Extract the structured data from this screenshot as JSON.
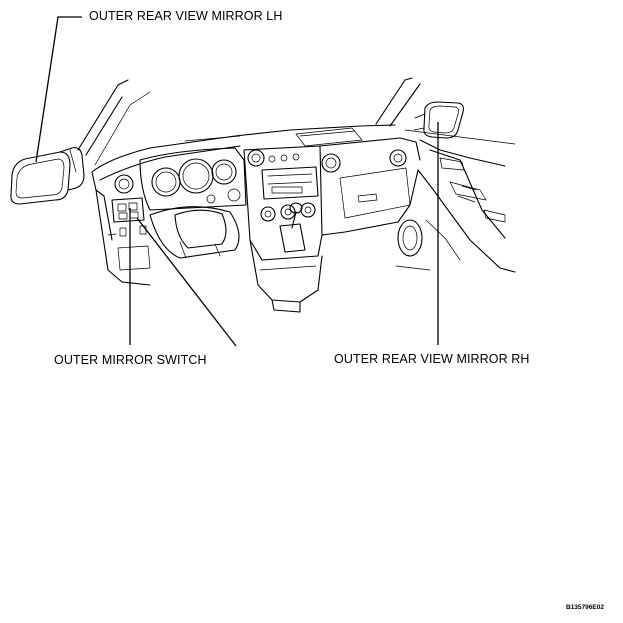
{
  "labels": {
    "outer_rear_view_mirror_lh": "OUTER REAR VIEW MIRROR  LH",
    "outer_mirror_switch": "OUTER MIRROR SWITCH",
    "outer_rear_view_mirror_rh": "OUTER REAR VIEW MIRROR  RH"
  },
  "figure_id": "B135796E02"
}
